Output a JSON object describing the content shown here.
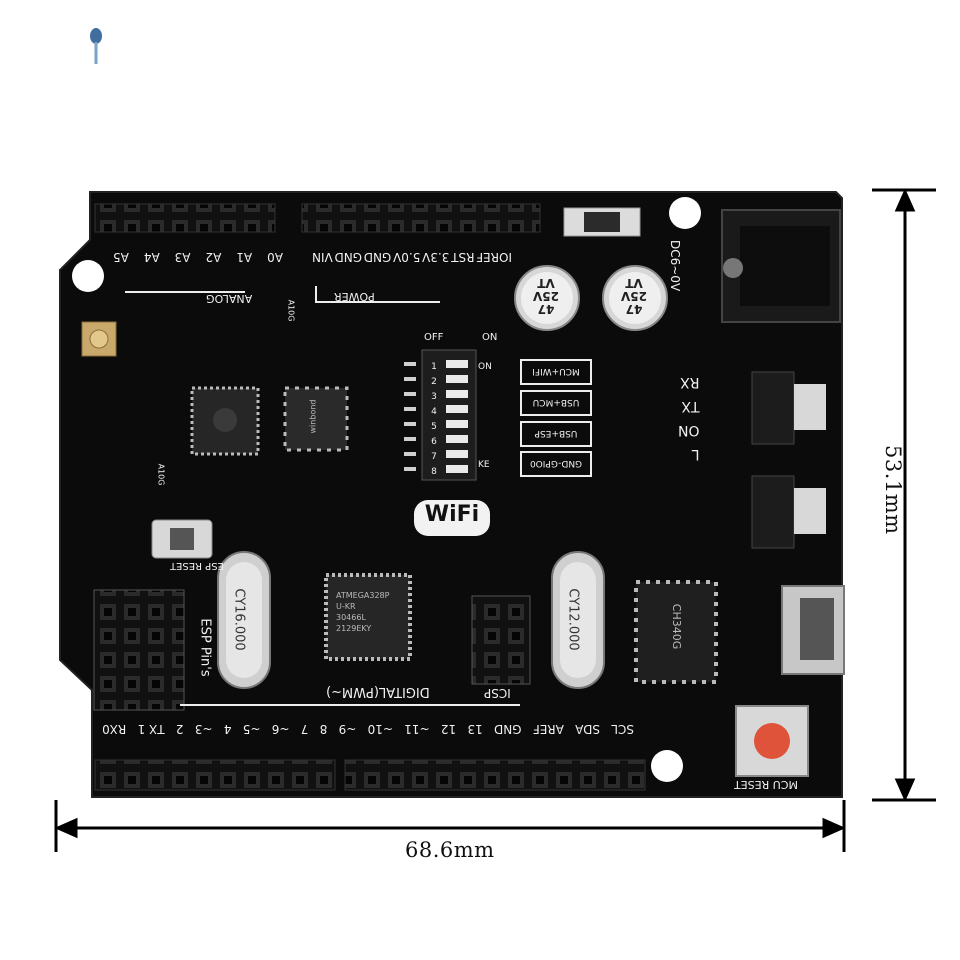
{
  "dimensions": {
    "width": "68.6mm",
    "height": "53.1mm"
  },
  "board": {
    "wifi_logo": "WiFi",
    "mcu_reset": "MCU RESET",
    "esp_reset": "ESP RESET",
    "esp_pins": "ESP Pin's",
    "icsp": "ICSP",
    "dc_input": "DC6~0V",
    "analog_label": "ANALOG",
    "power_label": "POWER",
    "digital_label": "DIGITAL(PWM~)",
    "analog_pins": [
      "A5",
      "A4",
      "A3",
      "A2",
      "A1",
      "A0"
    ],
    "power_pins": [
      "VIN",
      "GND",
      "GND",
      "5.0V",
      "3.3V",
      "RST",
      "IOREF"
    ],
    "digital_pins": [
      "RX0",
      "TX 1",
      "2",
      "~3",
      "4",
      "~5",
      "~6",
      "7",
      "8",
      "~9",
      "~10",
      "~11",
      "12",
      "13",
      "GND",
      "AREF",
      "SDA",
      "SCL"
    ],
    "led_labels": [
      "RX",
      "TX",
      "ON",
      "L"
    ],
    "dip_switch": {
      "off": "OFF",
      "on_top": "ON",
      "numbers": [
        "1",
        "2",
        "3",
        "4",
        "5",
        "6",
        "7",
        "8"
      ],
      "on_right": "ON",
      "ke": "KE"
    },
    "mode_labels": [
      "MCU+WIFI",
      "USB+MCU",
      "USB+ESP",
      "GND-GPIO0"
    ],
    "crystal_left": "CY16.000",
    "crystal_right": "CY12.000",
    "mcu_chip": [
      "ATMEGA328P",
      "U-KR",
      "30466L",
      "2129EKY"
    ],
    "capacitor_text": [
      "47",
      "25V",
      "VT"
    ],
    "usb_chip": "CH340G",
    "flash_chip": "winbond",
    "resistor_a": "A10G",
    "resistor_b": "A10G"
  },
  "colors": {
    "pcb": "#0b0b0b",
    "silkscreen": "#f2f2f2",
    "header": "#1a1a1a",
    "reset_button": "#e0533b",
    "dimension_lines": "#000000"
  }
}
